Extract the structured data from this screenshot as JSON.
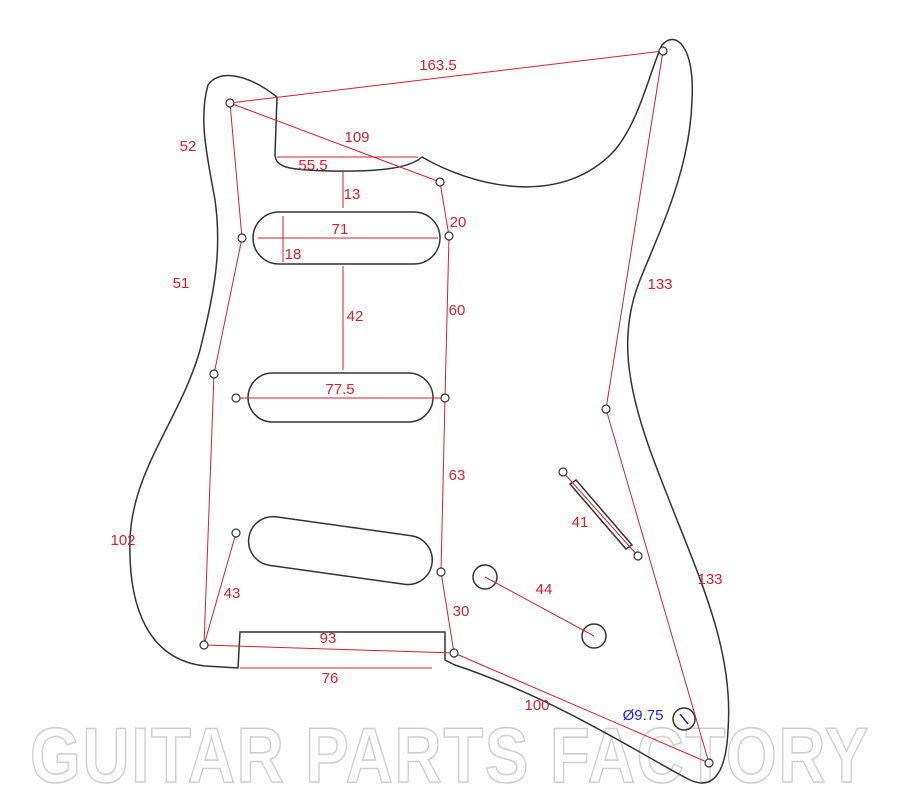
{
  "diagram": {
    "colors": {
      "outline": "#333333",
      "dimension": "#d4202a",
      "diameter": "#2222dd",
      "watermark": "#cfcfcf"
    },
    "dimensions": {
      "top_width": "163.5",
      "diagonal_to_horn": "109",
      "neck_pocket_width": "55.5",
      "neck_to_pickup_gap": "13",
      "mount_hole_spacing_20": "20",
      "neck_pickup_length": "71",
      "neck_pickup_width": "18",
      "pickup_spacing": "42",
      "right_spacing_60": "60",
      "middle_pickup_length": "77.5",
      "right_spacing_63": "63",
      "switch_slot": "41",
      "control_spacing": "44",
      "right_spacing_30": "30",
      "left_diagonal_43": "43",
      "bottom_holes": "93",
      "bottom_cutout": "76",
      "bottom_diagonal": "100",
      "right_upper": "133",
      "right_lower": "133",
      "left_top": "52",
      "left_middle": "51",
      "left_bottom": "102",
      "jack_diameter": "Ø9.75"
    },
    "watermark": "GUITAR PARTS FACTORY"
  }
}
